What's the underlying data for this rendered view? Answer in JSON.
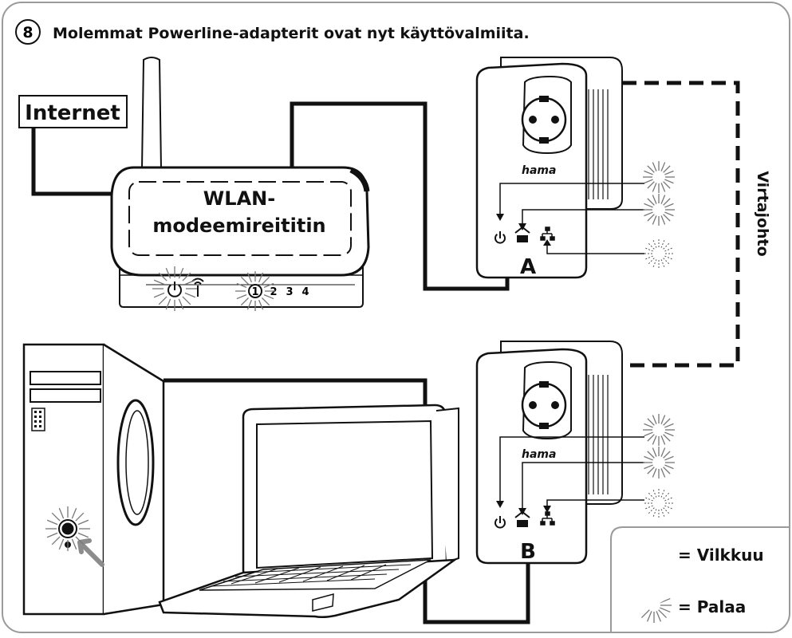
{
  "step": {
    "number": "8",
    "title": "Molemmat Powerline-adapterit ovat nyt käyttövalmiita."
  },
  "internet_label": "Internet",
  "router": {
    "line1": "WLAN-",
    "line2": "modeemireititin",
    "port_numbers": [
      "1",
      "2",
      "3",
      "4"
    ]
  },
  "adapters": {
    "a": {
      "brand": "hama",
      "label": "A"
    },
    "b": {
      "brand": "hama",
      "label": "B"
    }
  },
  "cable_label": "Virtajohto",
  "legend": {
    "blinking": "= Vilkkuu",
    "lit": "= Palaa"
  },
  "colors": {
    "line": "#111111",
    "frame": "#9a9a9a",
    "arrow": "#8c8c8c"
  }
}
